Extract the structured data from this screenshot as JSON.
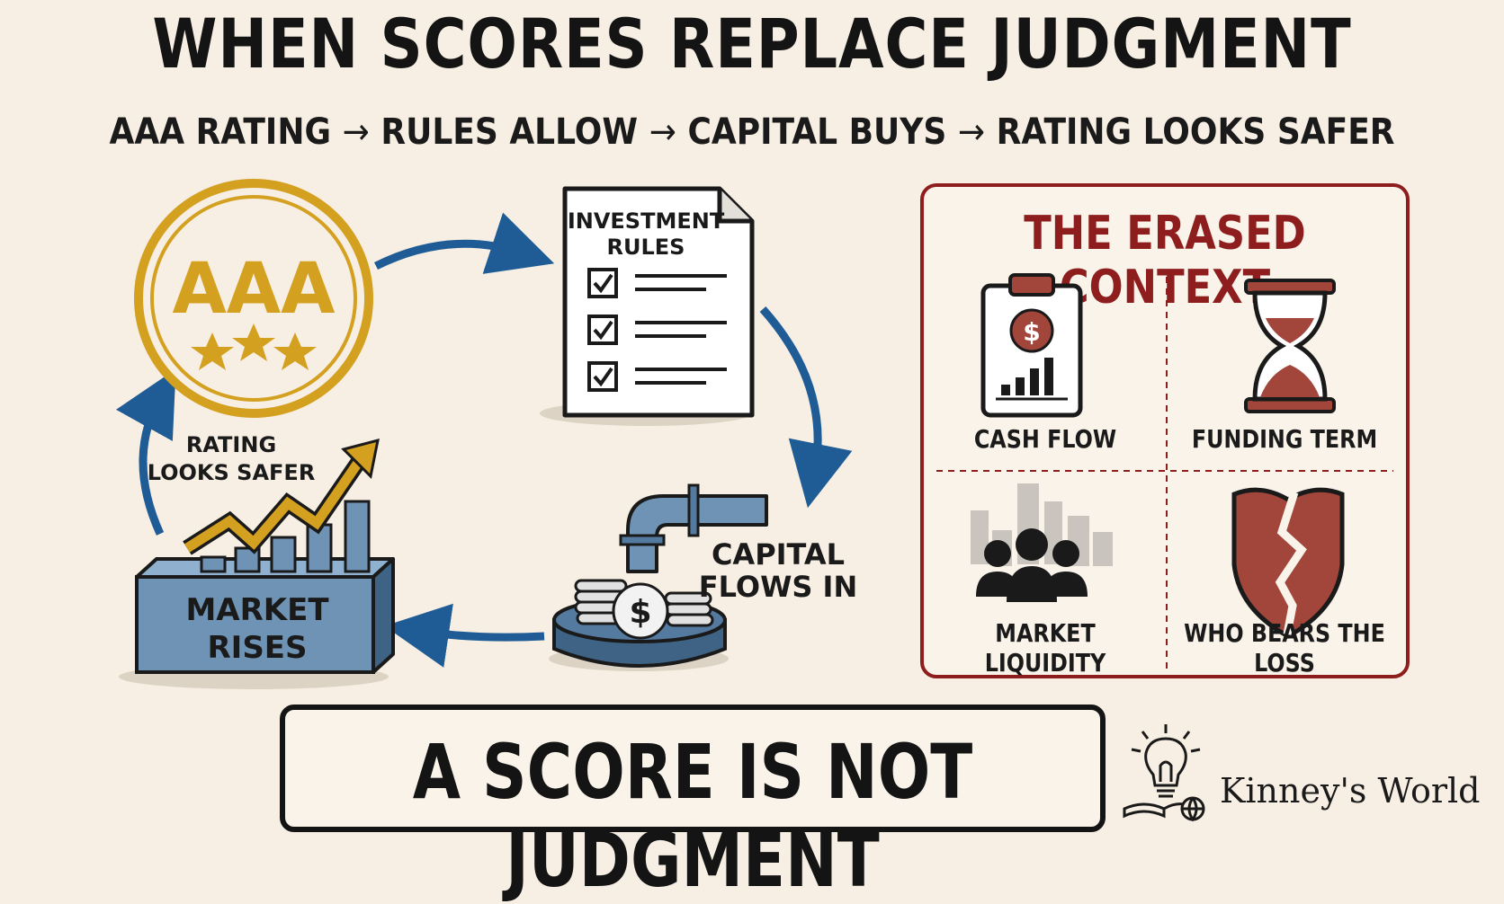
{
  "title": "WHEN SCORES REPLACE JUDGMENT",
  "flow": {
    "steps": [
      "AAA RATING",
      "RULES ALLOW",
      "CAPITAL BUYS",
      "RATING LOOKS SAFER"
    ],
    "arrow": "→"
  },
  "cycle": {
    "rating_badge": "AAA",
    "rules_title_line1": "INVESTMENT",
    "rules_title_line2": "RULES",
    "capital_line1": "CAPITAL",
    "capital_line2": "FLOWS IN",
    "coin_symbol": "$",
    "market_line1": "MARKET",
    "market_line2": "RISES",
    "rating_safer_line1": "RATING",
    "rating_safer_line2": "LOOKS SAFER"
  },
  "context": {
    "title": "THE ERASED CONTEXT",
    "items": [
      {
        "label": "CASH FLOW",
        "icon": "clipboard-dollar-icon"
      },
      {
        "label": "FUNDING TERM",
        "icon": "hourglass-icon"
      },
      {
        "label": "MARKET LIQUIDITY",
        "icon": "crowd-city-icon"
      },
      {
        "label": "WHO BEARS THE LOSS",
        "icon": "broken-shield-icon"
      }
    ],
    "dollar_symbol": "$"
  },
  "bottom_message": "A SCORE IS NOT JUDGMENT",
  "brand": "Kinney's World",
  "colors": {
    "background": "#f7efe3",
    "gold": "#d4a020",
    "blue_arrow": "#1f5c96",
    "steel_blue": "#6f93b5",
    "context_red": "#8e1e1e",
    "loss_red": "#a2453b"
  }
}
